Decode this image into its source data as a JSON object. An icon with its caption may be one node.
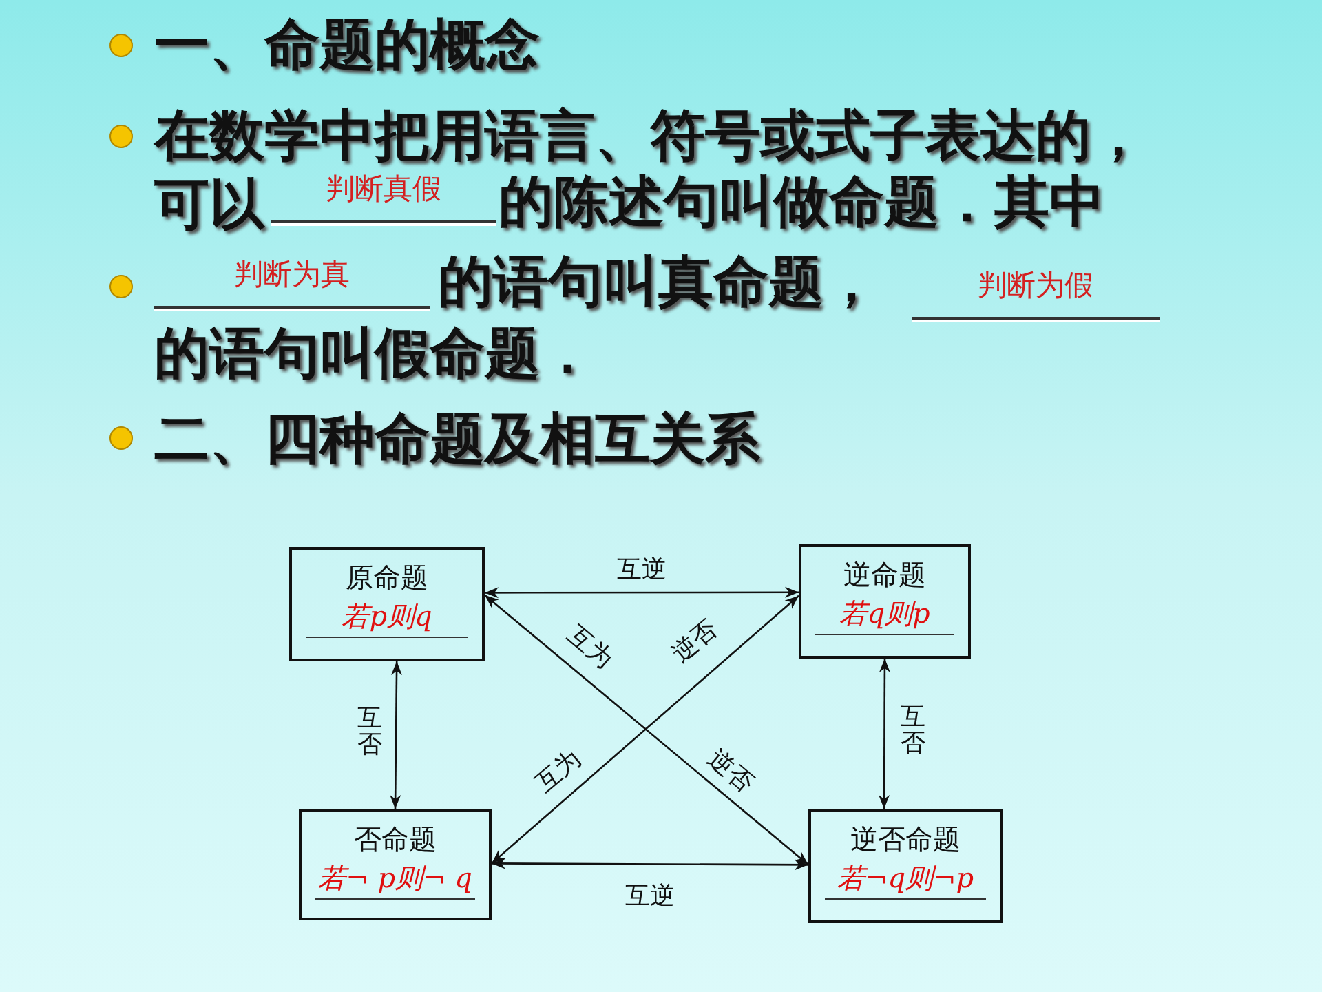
{
  "diagram": {
    "nodes": [
      {
        "text": [
          "原命题",
          "若p则q"
        ]
      },
      {
        "text": [
          "逆命题",
          "若q则p"
        ]
      },
      {
        "text": [
          "否命题",
          "若¬ p则¬ q"
        ]
      },
      {
        "text": [
          "逆否命题",
          "若¬q则¬p"
        ]
      }
    ],
    "edges": [
      {
        "from": 0,
        "to": 1,
        "arrow": "both",
        "label": "互逆"
      },
      {
        "from": 0,
        "to": 2,
        "arrow": "both",
        "label": "互否"
      },
      {
        "from": 1,
        "to": 3,
        "arrow": "both",
        "label": "互否"
      },
      {
        "from": 0,
        "to": 3,
        "arrow": "both"
      },
      {
        "from": 2,
        "to": 1,
        "arrow": "both"
      },
      {
        "from": 2,
        "to": 3,
        "arrow": "both",
        "label": "互逆"
      }
    ],
    "labels": [
      "一、命题的概念",
      "在数学中把用语言、符号或式子表达的，可以",
      "判断真假",
      "的陈述句叫做命题．其中",
      "判断为真",
      "的语句叫真命题，",
      "判断为假",
      "的语句叫假命题．",
      "二、四种命题及相互关系",
      "互为",
      "逆否",
      "互为",
      "逆否"
    ]
  }
}
